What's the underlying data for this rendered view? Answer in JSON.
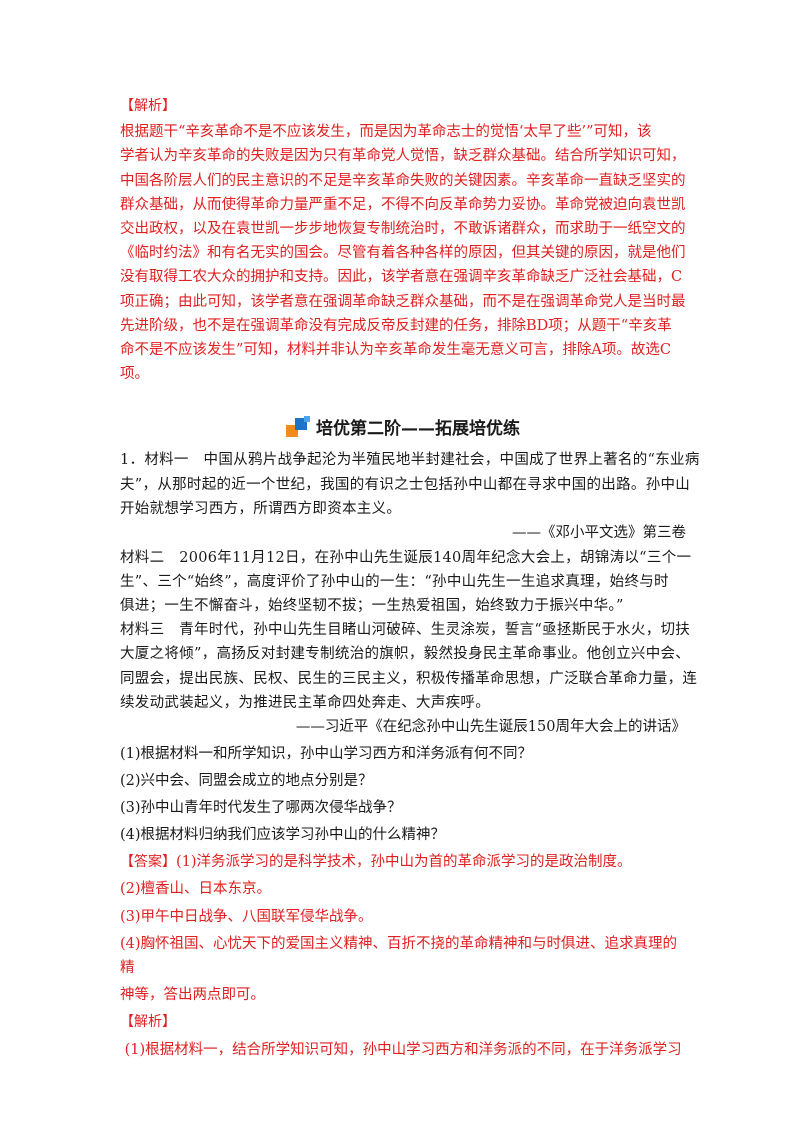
{
  "analysis1": {
    "tag": "【解析】",
    "lines": [
      "根据题干“辛亥革命不是不应该发生，而是因为革命志士的觉悟‘太早了些’”可知，该",
      "学者认为辛亥革命的失败是因为只有革命党人觉悟，缺乏群众基础。结合所学知识可知，",
      "中国各阶层人们的民主意识的不足是辛亥革命失败的关键因素。辛亥革命一直缺乏坚实的",
      "群众基础，从而使得革命力量严重不足，不得不向反革命势力妥协。革命党被迫向袁世凯",
      "交出政权，以及在袁世凯一步步地恢复专制统治时，不敢诉诸群众，而求助于一纸空文的",
      "《临时约法》和有名无实的国会。尽管有着各种各样的原因，但其关键的原因，就是他们",
      "没有取得工农大众的拥护和支持。因此，该学者意在强调辛亥革命缺乏广泛社会基础，C",
      "项正确；由此可知，该学者意在强调革命缺乏群众基础，而不是在强调革命党人是当时最",
      "先进阶级，也不是在强调革命没有完成反帝反封建的任务，排除BD项；从题干“辛亥革",
      "命不是不应该发生”可知，材料并非认为辛亥革命发生毫无意义可言，排除A项。故选C",
      "项。"
    ]
  },
  "section": {
    "title": "培优第二阶——拓展培优练"
  },
  "question1": {
    "m1_lines": [
      "1．材料一　中国从鸦片战争起沦为半殖民地半封建社会，中国成了世界上著名的“东业病",
      "夫”，从那时起的近一个世纪，我国的有识之士包括孙中山都在寻求中国的出路。孙中山",
      "开始就想学习西方，所谓西方即资本主义。"
    ],
    "m1_source": "——《邓小平文选》第三卷",
    "m2_lines": [
      "材料二　2006年11月12日，在孙中山先生诞辰140周年纪念大会上，胡锦涛以“三个一",
      "生”、三个“始终”，高度评价了孙中山的一生：“孙中山先生一生追求真理，始终与时",
      "俱进；一生不懈奋斗，始终坚韧不拔；一生热爱祖国，始终致力于振兴中华。”"
    ],
    "m3_lines": [
      "材料三　青年时代，孙中山先生目睹山河破碎、生灵涂炭，誓言“亟拯斯民于水火，切扶",
      "大厦之将倾”，高扬反对封建专制统治的旗帜，毅然投身民主革命事业。他创立兴中会、",
      "同盟会，提出民族、民权、民生的三民主义，积极传播革命思想，广泛联合革命力量，连",
      "续发动武装起义，为推进民主革命四处奔走、大声疾呼。"
    ],
    "m3_source": "——习近平《在纪念孙中山先生诞辰150周年大会上的讲话》",
    "subs": [
      "(1)根据材料一和所学知识，孙中山学习西方和洋务派有何不同？",
      "(2)兴中会、同盟会成立的地点分别是？",
      "(3)孙中山青年时代发生了哪两次侵华战争？",
      "(4)根据材料归纳我们应该学习孙中山的什么精神？"
    ]
  },
  "answer1": {
    "tag": "【答案】",
    "a1": "(1)洋务派学习的是科学技术，孙中山为首的革命派学习的是政治制度。",
    "a2": "(2)檀香山、日本东京。",
    "a3": "(3)甲午中日战争、八国联军侵华战争。",
    "a4_lines": [
      "(4)胸怀祖国、心忧天下的爱国主义精神、百折不挠的革命精神和与时俱进、追求真理的精",
      "神等，答出两点即可。"
    ]
  },
  "analysis2": {
    "tag": "【解析】",
    "line": " (1)根据材料一，结合所学知识可知，孙中山学习西方和洋务派的不同，在于洋务派学习"
  },
  "colors": {
    "analysis_red": "#e02020",
    "icon_orange": "#f28a1e",
    "icon_blue": "#1e73c8"
  }
}
